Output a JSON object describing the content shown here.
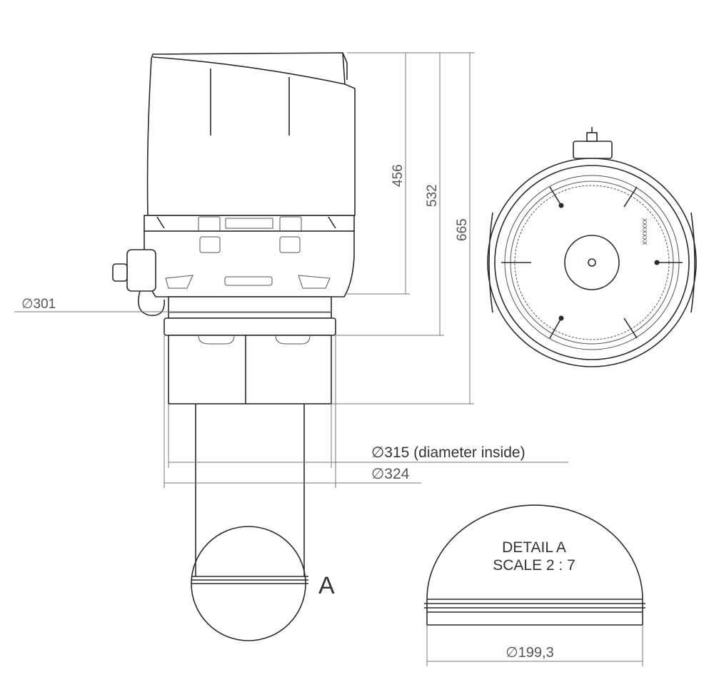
{
  "dimensions": {
    "d301": "∅301",
    "h456": "456",
    "h532": "532",
    "h665": "665",
    "d315": "∅315 (diameter inside)",
    "d324": "∅324",
    "d199": "∅199,3"
  },
  "detail": {
    "callout_letter": "A",
    "title": "DETAIL A",
    "scale": "SCALE 2 : 7"
  },
  "marking_text": "XXXXXXX",
  "colors": {
    "line": "#2a2a2a",
    "dimension": "#777777",
    "background": "#ffffff"
  }
}
